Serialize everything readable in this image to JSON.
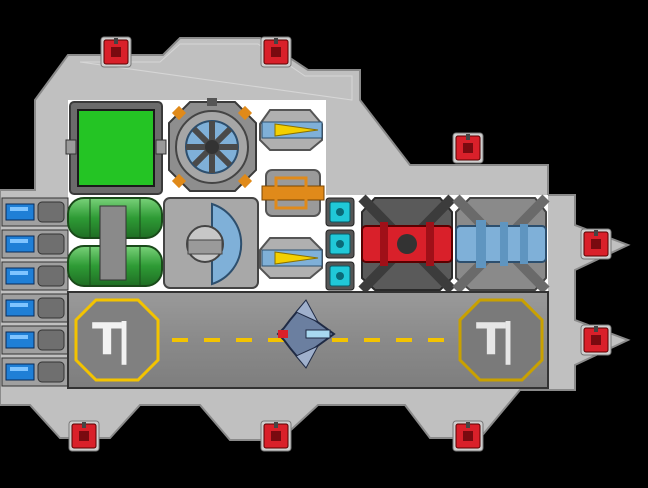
{
  "scene": {
    "title": "",
    "colors": {
      "background": "#000000",
      "hull": "#bdbdbd",
      "hull_edge": "#8f8f8f",
      "room_floor": "#ffffff",
      "runway": "#8c8c8c",
      "runway_dash": "#f3c300",
      "pad_left_ring": "#f3c300",
      "pad_right_ring": "#c9a100",
      "green_module": "#22c422",
      "blue_module": "#7fb0d8",
      "red_module": "#d9202a",
      "cyan_light": "#20c8d8",
      "thruster_blue": "#1f7fd6"
    }
  },
  "components": {
    "turrets": [
      {
        "name": "turret-top-left-icon"
      },
      {
        "name": "turret-top-center-icon"
      },
      {
        "name": "turret-right-upper-icon"
      },
      {
        "name": "turret-right-middle-icon"
      },
      {
        "name": "turret-right-lower-icon"
      },
      {
        "name": "turret-bottom-left-icon"
      },
      {
        "name": "turret-bottom-center-icon"
      },
      {
        "name": "turret-bottom-right-icon"
      }
    ],
    "thruster_count": 6,
    "cyan_panel_count": 3,
    "landing_pad_glyph_left": "T|",
    "landing_pad_glyph_right": "T|"
  }
}
